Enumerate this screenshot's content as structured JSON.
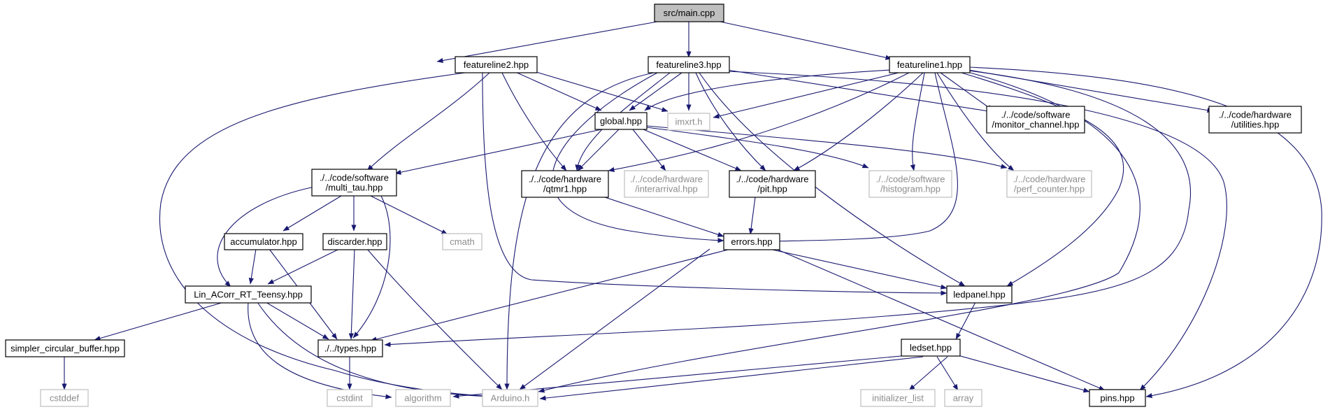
{
  "graph": {
    "colors": {
      "edge": "#191970",
      "root_fill": "#bfbfbf",
      "external_border": "#bfbfbf",
      "external_text": "#8c8c8c"
    },
    "nodes": {
      "main": {
        "kind": "root",
        "lines": [
          "src/main.cpp"
        ]
      },
      "featureline2": {
        "kind": "normal",
        "lines": [
          "featureline2.hpp"
        ]
      },
      "featureline3": {
        "kind": "normal",
        "lines": [
          "featureline3.hpp"
        ]
      },
      "featureline1": {
        "kind": "normal",
        "lines": [
          "featureline1.hpp"
        ]
      },
      "global": {
        "kind": "normal",
        "lines": [
          "global.hpp"
        ]
      },
      "imxrt": {
        "kind": "external",
        "lines": [
          "imxrt.h"
        ]
      },
      "monitor_channel": {
        "kind": "normal",
        "lines": [
          "./../code/software",
          "/monitor_channel.hpp"
        ]
      },
      "utilities": {
        "kind": "normal",
        "lines": [
          "./../code/hardware",
          "/utilities.hpp"
        ]
      },
      "multi_tau": {
        "kind": "normal",
        "lines": [
          "./../code/software",
          "/multi_tau.hpp"
        ]
      },
      "qtmr1": {
        "kind": "normal",
        "lines": [
          "./../code/hardware",
          "/qtmr1.hpp"
        ]
      },
      "interarrival": {
        "kind": "external",
        "lines": [
          "./../code/hardware",
          "/interarrival.hpp"
        ]
      },
      "pit": {
        "kind": "normal",
        "lines": [
          "./../code/hardware",
          "/pit.hpp"
        ]
      },
      "histogram": {
        "kind": "external",
        "lines": [
          "./../code/software",
          "/histogram.hpp"
        ]
      },
      "perf_counter": {
        "kind": "external",
        "lines": [
          "./../code/hardware",
          "/perf_counter.hpp"
        ]
      },
      "accumulator": {
        "kind": "normal",
        "lines": [
          "accumulator.hpp"
        ]
      },
      "discarder": {
        "kind": "normal",
        "lines": [
          "discarder.hpp"
        ]
      },
      "cmath": {
        "kind": "external",
        "lines": [
          "cmath"
        ]
      },
      "errors": {
        "kind": "normal",
        "lines": [
          "errors.hpp"
        ]
      },
      "lin_acorr": {
        "kind": "normal",
        "lines": [
          "Lin_ACorr_RT_Teensy.hpp"
        ]
      },
      "ledpanel": {
        "kind": "normal",
        "lines": [
          "ledpanel.hpp"
        ]
      },
      "simpler_buffer": {
        "kind": "normal",
        "lines": [
          "simpler_circular_buffer.hpp"
        ]
      },
      "types": {
        "kind": "normal",
        "lines": [
          "./../types.hpp"
        ]
      },
      "ledset": {
        "kind": "normal",
        "lines": [
          "ledset.hpp"
        ]
      },
      "cstddef": {
        "kind": "external",
        "lines": [
          "cstddef"
        ]
      },
      "cstdint": {
        "kind": "external",
        "lines": [
          "cstdint"
        ]
      },
      "algorithm": {
        "kind": "external",
        "lines": [
          "algorithm"
        ]
      },
      "arduino": {
        "kind": "external",
        "lines": [
          "Arduino.h"
        ]
      },
      "initializer_list": {
        "kind": "external",
        "lines": [
          "initializer_list"
        ]
      },
      "array": {
        "kind": "external",
        "lines": [
          "array"
        ]
      },
      "pins": {
        "kind": "normal",
        "lines": [
          "pins.hpp"
        ]
      }
    }
  }
}
